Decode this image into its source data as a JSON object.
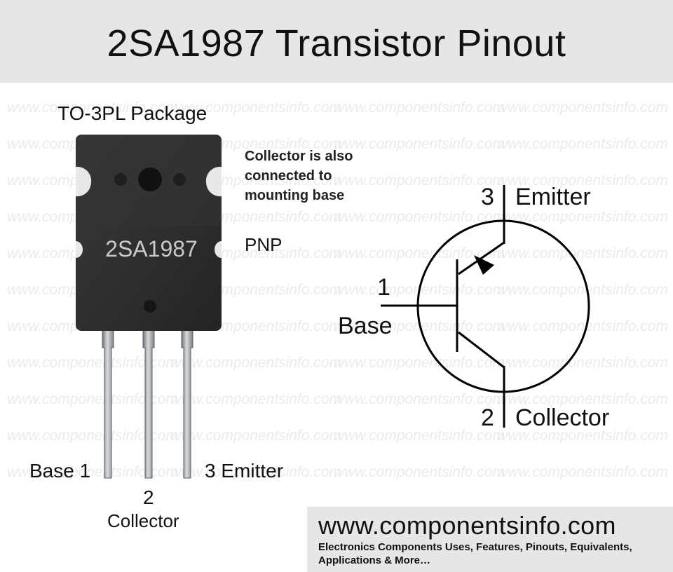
{
  "header": {
    "title": "2SA1987 Transistor Pinout"
  },
  "watermark_text": "www.componentsinfo.com",
  "package": {
    "title": "TO-3PL Package",
    "marking": "2SA1987",
    "note_lines": [
      "Collector is also",
      "connected to",
      "mounting base"
    ],
    "type": "PNP"
  },
  "package_pins": {
    "left": "Base 1",
    "middle_number": "2",
    "middle_name": "Collector",
    "right": "3 Emitter"
  },
  "symbol": {
    "emitter_number": "3",
    "emitter_name": "Emitter",
    "base_number": "1",
    "base_name": "Base",
    "collector_number": "2",
    "collector_name": "Collector"
  },
  "footer": {
    "url": "www.componentsinfo.com",
    "tagline": "Electronics Components Uses, Features, Pinouts, Equivalents, Applications & More…"
  },
  "colors": {
    "banner": "#e6e6e6",
    "package_body": "#2e2e2e",
    "lead": "#a9adb2",
    "line": "#000000"
  }
}
